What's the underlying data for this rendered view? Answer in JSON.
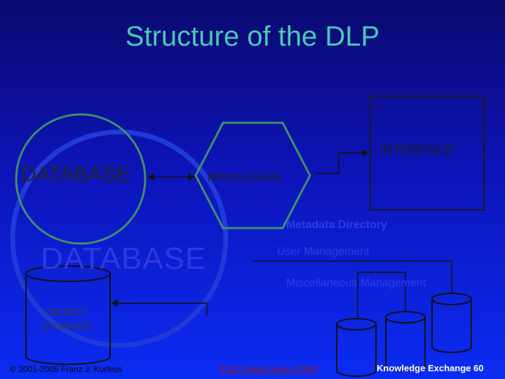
{
  "title": "Structure of the DLP",
  "nodes": {
    "database": "DATABASE",
    "middleware": "MIDDLEWARE",
    "interface": "INTERFACE",
    "database_large": "DATABASE",
    "object_storage": "OBJECT\nSTORAGE",
    "metadata_directory": "Metadata Directory",
    "user_management": "User Management",
    "misc_label": "Miscellaneous Management"
  },
  "footer": {
    "copyright": "© 2001-2005 Franz J. Kurfess",
    "citation": "[UNC Digital Library 2000]",
    "slide_label": "Knowledge Exchange 60"
  },
  "colors": {
    "title": "#49c9b4",
    "outline": "#3f8f6a",
    "background_top": "#0a0a6e",
    "background_bottom": "#0b2cf2"
  }
}
